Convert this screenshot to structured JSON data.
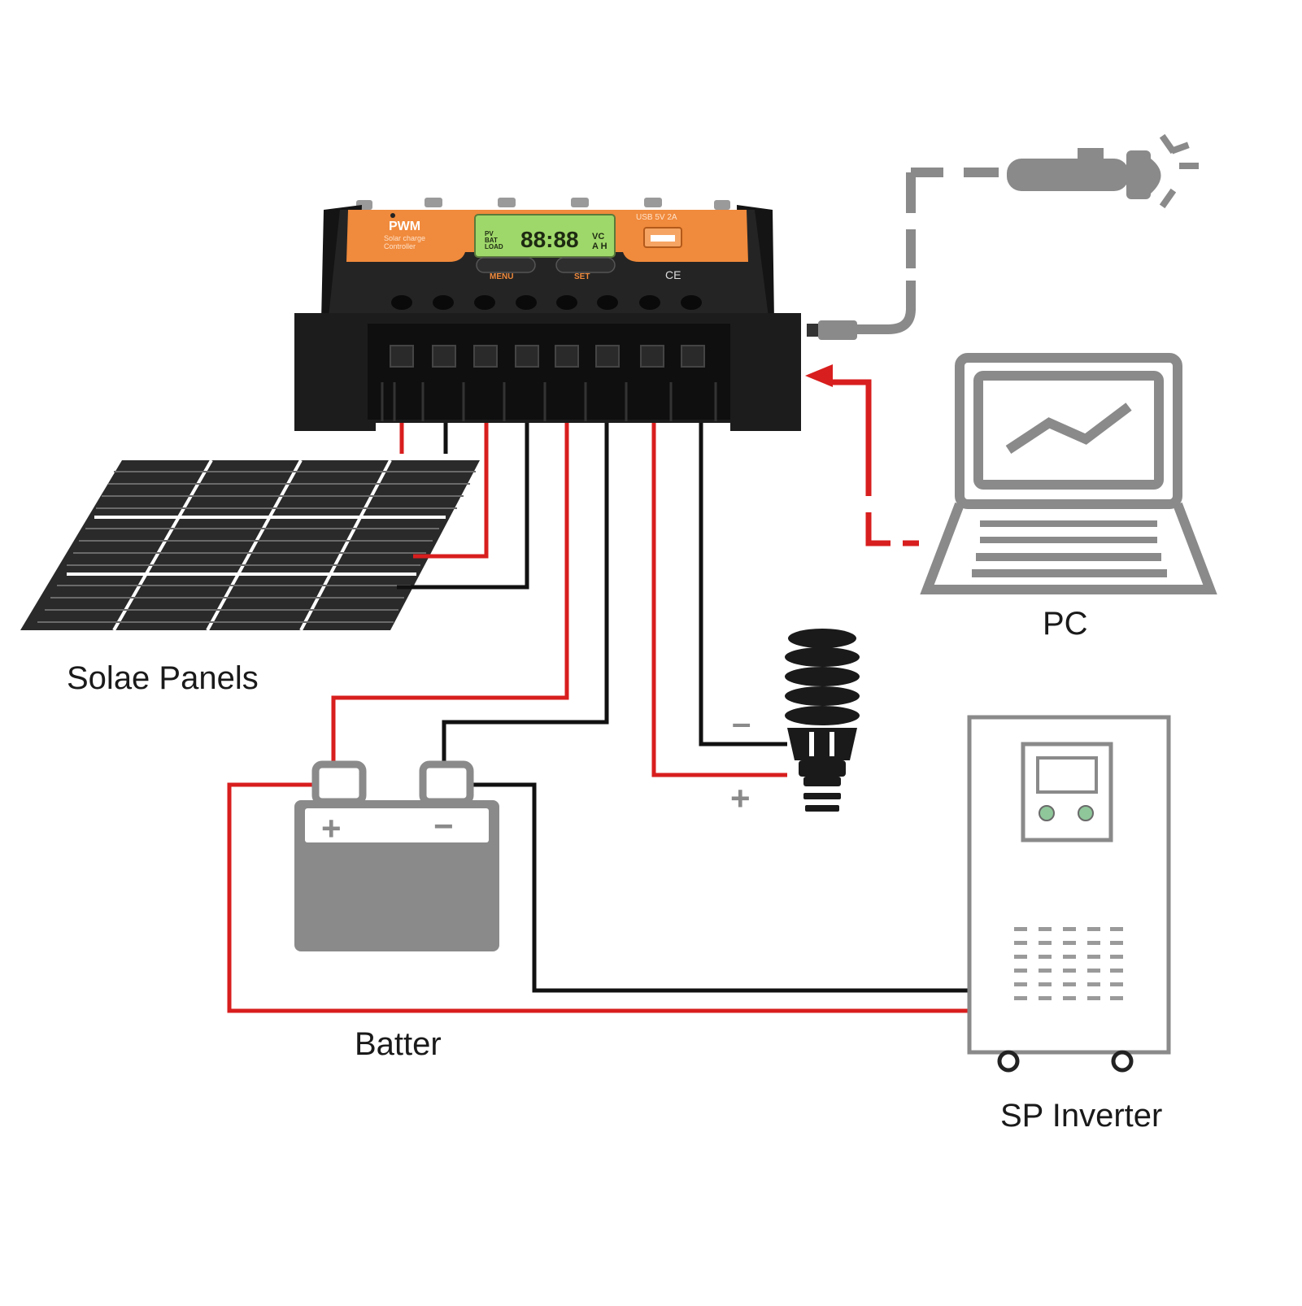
{
  "labels": {
    "solar_panels": "Solae Panels",
    "battery": "Batter",
    "pc": "PC",
    "inverter": "SP Inverter",
    "load_minus": "–",
    "load_plus": "+",
    "battery_plus": "+",
    "battery_minus": "−"
  },
  "controller": {
    "brand": "PWM",
    "subtitle_line1": "Solar charge",
    "subtitle_line2": "Controller",
    "usb_label": "USB 5V 2A",
    "menu_label": "MENU",
    "set_label": "SET",
    "ce_mark": "CE",
    "lcd_digits": "88:88",
    "lcd_units": "VC",
    "lcd_units2": "A H",
    "lcd_row_labels": [
      "PV",
      "BAT",
      "LOAD"
    ]
  },
  "colors": {
    "positive_wire": "#d81e1e",
    "negative_wire": "#111111",
    "device_gray": "#8a8a8a",
    "controller_orange": "#f08a3c",
    "controller_body": "#1c1c1c",
    "lcd_green": "#9fd86a"
  },
  "icons": [
    "solar-panel-icon",
    "battery-icon",
    "bulb-icon",
    "laptop-icon",
    "inverter-icon",
    "car-charger-icon"
  ]
}
